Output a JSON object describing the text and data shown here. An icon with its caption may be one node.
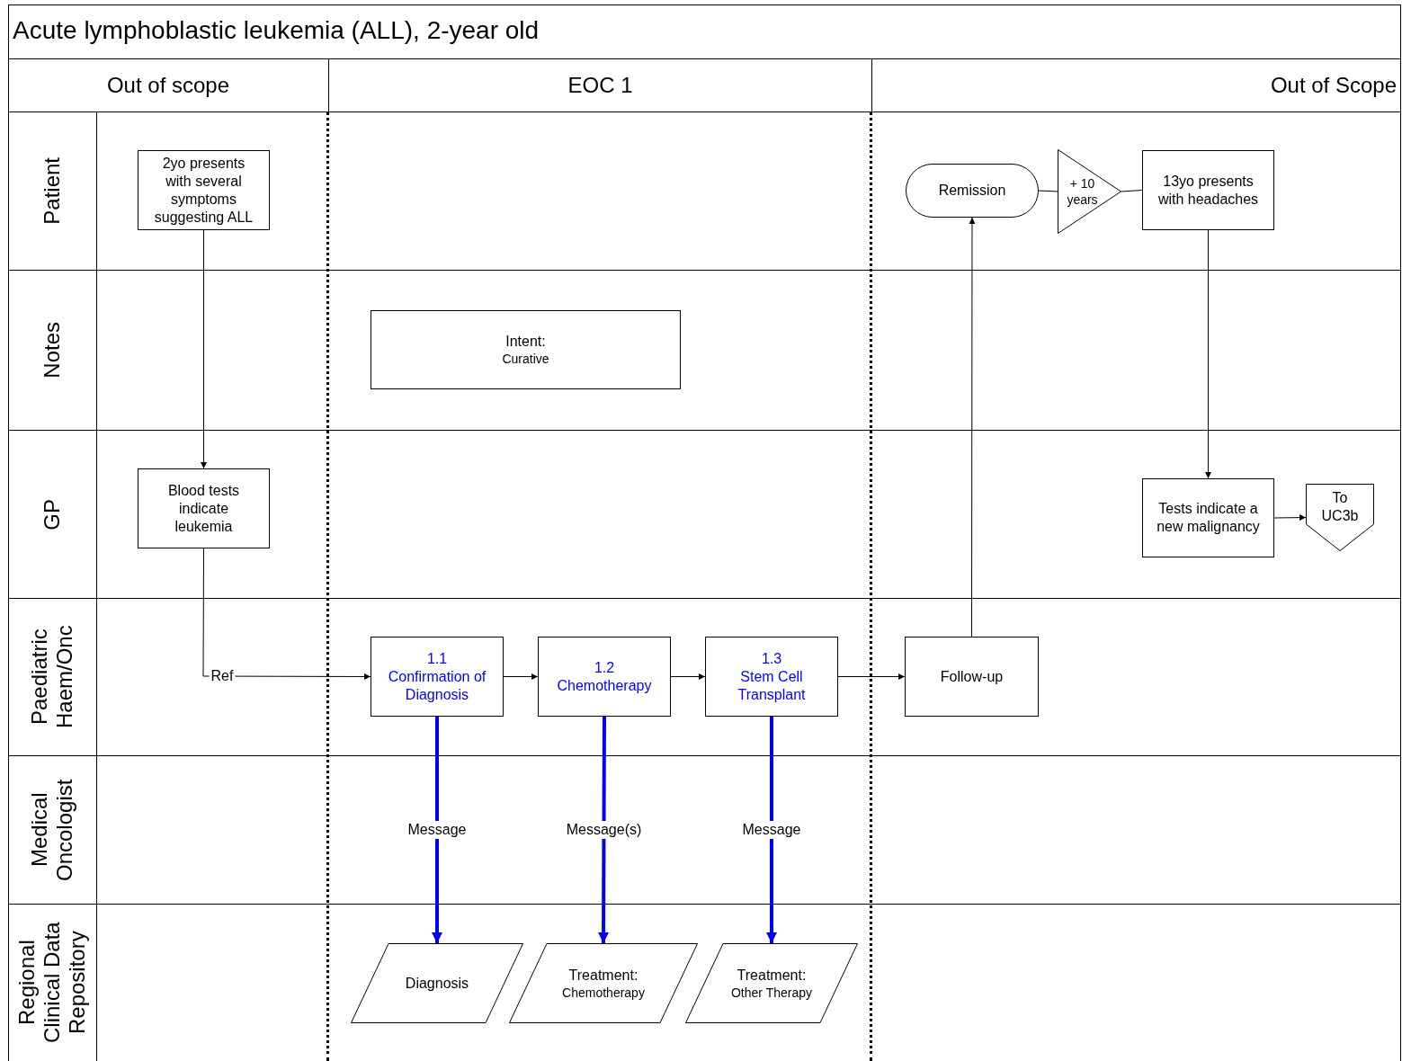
{
  "diagram": {
    "title": "Acute lymphoblastic leukemia (ALL), 2-year old",
    "nodes": [
      {
        "text": [
          "2yo presents with several symptoms suggesting ALL"
        ]
      },
      {
        "text": [
          "Intent:",
          "Curative"
        ]
      },
      {
        "text": [
          "Blood tests indicate leukemia"
        ]
      },
      {
        "text": [
          "1.1",
          "Confirmation of Diagnosis"
        ]
      },
      {
        "text": [
          "1.2",
          "Chemotherapy"
        ]
      },
      {
        "text": [
          "1.3",
          "Stem Cell Transplant"
        ]
      },
      {
        "text": [
          "Follow-up"
        ]
      },
      {
        "text": [
          "Remission"
        ]
      },
      {
        "text": [
          "+ 10 years"
        ]
      },
      {
        "text": [
          "13yo presents with headaches"
        ]
      },
      {
        "text": [
          "Tests indicate a new malignancy"
        ]
      },
      {
        "text": [
          "To UC3b"
        ]
      },
      {
        "text": [
          "Diagnosis"
        ]
      },
      {
        "text": [
          "Treatment:",
          "Chemotherapy"
        ]
      },
      {
        "text": [
          "Treatment:",
          "Other Therapy"
        ]
      }
    ],
    "edges": [
      {
        "from": 0,
        "to": 2,
        "arrow": "to"
      },
      {
        "from": 2,
        "to": 3,
        "arrow": "to",
        "label": "Ref"
      },
      {
        "from": 3,
        "to": 4,
        "arrow": "to"
      },
      {
        "from": 4,
        "to": 5,
        "arrow": "to"
      },
      {
        "from": 5,
        "to": 6,
        "arrow": "to"
      },
      {
        "from": 6,
        "to": 7,
        "arrow": "to"
      },
      {
        "from": 7,
        "to": 8,
        "arrow": "none"
      },
      {
        "from": 8,
        "to": 9,
        "arrow": "none"
      },
      {
        "from": 9,
        "to": 10,
        "arrow": "to"
      },
      {
        "from": 10,
        "to": 11,
        "arrow": "to"
      },
      {
        "from": 3,
        "to": 12,
        "arrow": "to",
        "label": "Message",
        "style": "thick",
        "color": "#0000ff"
      },
      {
        "from": 4,
        "to": 13,
        "arrow": "to",
        "label": "Message(s)",
        "style": "thick",
        "color": "#0000ff"
      },
      {
        "from": 5,
        "to": 14,
        "arrow": "to",
        "label": "Message",
        "style": "thick",
        "color": "#0000ff"
      }
    ],
    "labels": [
      "Out of scope",
      "EOC 1",
      "Out of Scope",
      "Patient",
      "Notes",
      "GP",
      "Paediatric Haem/Onc",
      "Medical Oncologist",
      "Regional Clinical Data Repository"
    ]
  }
}
